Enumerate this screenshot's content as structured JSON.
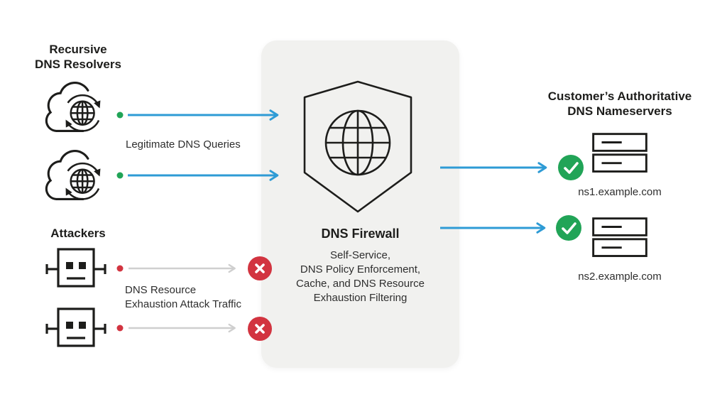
{
  "colors": {
    "blue": "#2e9bd5",
    "green": "#21a457",
    "red": "#d23440",
    "gray-arrow": "#cfcfcf",
    "panel": "#f1f1ef",
    "ink": "#1d1d1b",
    "text": "#2e2e2e"
  },
  "resolvers": {
    "title": "Recursive\nDNS Resolvers",
    "icon": "cloud-globe-refresh"
  },
  "attackers": {
    "title": "Attackers",
    "icon": "robot-bot"
  },
  "labels": {
    "legitimate": "Legitimate DNS Queries",
    "attack": "DNS Resource\nExhaustion Attack Traffic"
  },
  "firewall": {
    "title": "DNS Firewall",
    "description": "Self-Service,\nDNS Policy Enforcement,\nCache, and DNS Resource\nExhaustion Filtering",
    "icon": "shield-globe"
  },
  "nameservers": {
    "title": "Customer’s Authoritative\nDNS Nameservers",
    "icon": "server-stack",
    "items": [
      {
        "hostname": "ns1.example.com",
        "status_icon": "check"
      },
      {
        "hostname": "ns2.example.com",
        "status_icon": "check"
      }
    ]
  },
  "icons": {
    "check": "✓",
    "cross": "✕",
    "arrow": "→"
  }
}
